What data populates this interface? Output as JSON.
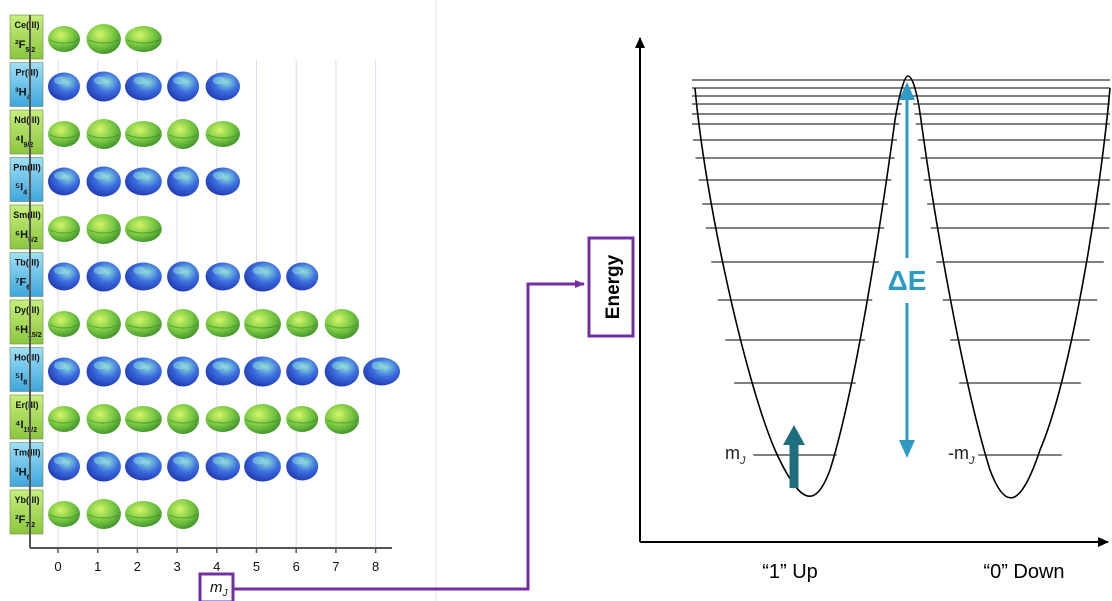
{
  "left_panel": {
    "ions": [
      {
        "ion": "Ce(III)",
        "term": "²F",
        "sub": "5/2",
        "color": "green",
        "count": 3
      },
      {
        "ion": "Pr(III)",
        "term": "³H",
        "sub": "4",
        "color": "blue",
        "count": 5
      },
      {
        "ion": "Nd(III)",
        "term": "⁴I",
        "sub": "9/2",
        "color": "green",
        "count": 5
      },
      {
        "ion": "Pm(III)",
        "term": "⁵I",
        "sub": "4",
        "color": "blue",
        "count": 5
      },
      {
        "ion": "Sm(III)",
        "term": "⁶H",
        "sub": "5/2",
        "color": "green",
        "count": 3
      },
      {
        "ion": "Tb(III)",
        "term": "⁷F",
        "sub": "6",
        "color": "blue",
        "count": 7
      },
      {
        "ion": "Dy(III)",
        "term": "⁶H",
        "sub": "15/2",
        "color": "green",
        "count": 8
      },
      {
        "ion": "Ho(III)",
        "term": "⁵I",
        "sub": "8",
        "color": "blue",
        "count": 9
      },
      {
        "ion": "Er(III)",
        "term": "⁴I",
        "sub": "15/2",
        "color": "green",
        "count": 8
      },
      {
        "ion": "Tm(III)",
        "term": "³H",
        "sub": "6",
        "color": "blue",
        "count": 7
      },
      {
        "ion": "Yb(III)",
        "term": "²F",
        "sub": "7/2",
        "color": "green",
        "count": 4
      }
    ],
    "x_ticks": [
      "0",
      "1",
      "2",
      "3",
      "4",
      "5",
      "6",
      "7",
      "8"
    ],
    "mj_label": "m",
    "mj_sub": "J"
  },
  "right_panel": {
    "energy_label": "Energy",
    "delta_label": "ΔE",
    "left_well_label": "m",
    "left_well_sub": "J",
    "right_well_label": "-m",
    "right_well_sub": "J",
    "up_label": "“1” Up",
    "down_label": "“0” Down"
  },
  "colors": {
    "connector": "#7030a0",
    "delta_arrow": "#2e9ac4",
    "spin_arrow": "#1f6e7e",
    "label_green": "#9cd64a",
    "label_blue": "#4db3e6",
    "orb_green": "#7ac943",
    "orb_blue": "#3c6fe0"
  }
}
